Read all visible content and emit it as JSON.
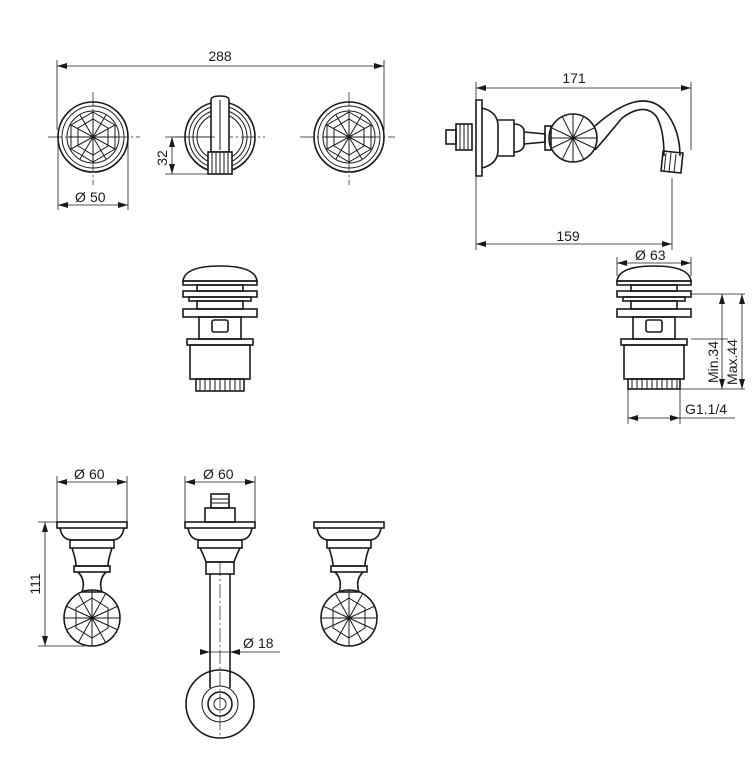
{
  "dimensions": {
    "width_overall": "288",
    "knob_diameter_top": "50",
    "spout_inlet_offset": "32",
    "spout_length_total": "171",
    "spout_length_projection": "159",
    "drain_cap_diameter": "63",
    "drain_min": "Min.34",
    "drain_max": "Max.44",
    "drain_thread": "G1.1/4",
    "handle_diameter": "60",
    "spout_base_diameter": "60",
    "handle_height": "111",
    "spout_pipe_diameter": "18"
  },
  "symbols": {
    "diameter": "Ø"
  },
  "colors": {
    "line": "#1a1a1a",
    "background": "#ffffff"
  }
}
